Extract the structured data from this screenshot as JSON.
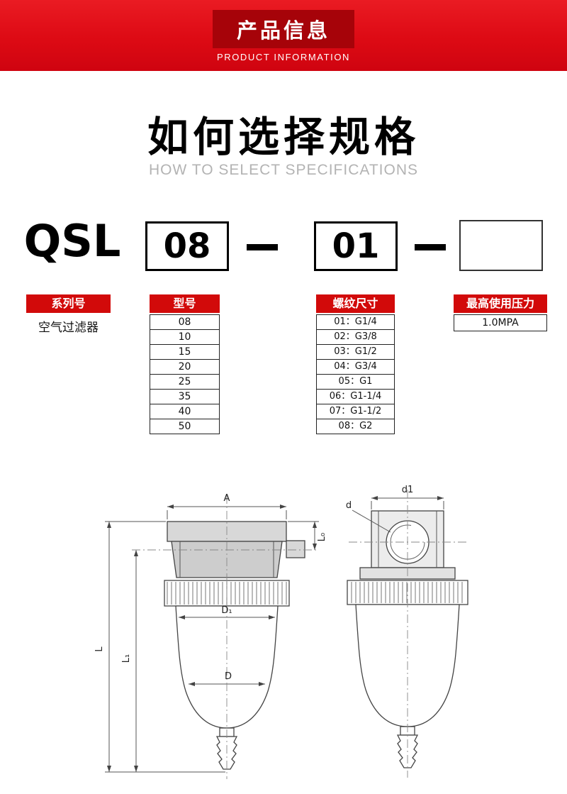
{
  "banner": {
    "title": "产品信息",
    "subtitle": "PRODUCT INFORMATION"
  },
  "section": {
    "title": "如何选择规格",
    "subtitle": "HOW TO SELECT SPECIFICATIONS"
  },
  "model_code": {
    "series": "QSL",
    "model": "08",
    "thread": "01"
  },
  "selector": {
    "series": {
      "label": "系列号",
      "value": "空气过滤器"
    },
    "model": {
      "label": "型号",
      "options": [
        "08",
        "10",
        "15",
        "20",
        "25",
        "35",
        "40",
        "50"
      ]
    },
    "thread": {
      "label": "螺纹尺寸",
      "options": [
        "01：G1/4",
        "02：G3/8",
        "03：G1/2",
        "04：G3/4",
        "05：G1",
        "06：G1-1/4",
        "07：G1-1/2",
        "08：G2"
      ]
    },
    "pressure": {
      "label": "最高使用压力",
      "value": "1.0MPA"
    }
  },
  "drawing": {
    "labels": {
      "A": "A",
      "L0": "L₀",
      "D1": "D₁",
      "D": "D",
      "L": "L",
      "L1": "L₁",
      "d": "d",
      "d1": "d1"
    }
  },
  "colors": {
    "banner_red": "#dd0a14",
    "banner_box_red": "#a60309",
    "label_red": "#d20a0a",
    "drawing_stroke": "#444444"
  }
}
